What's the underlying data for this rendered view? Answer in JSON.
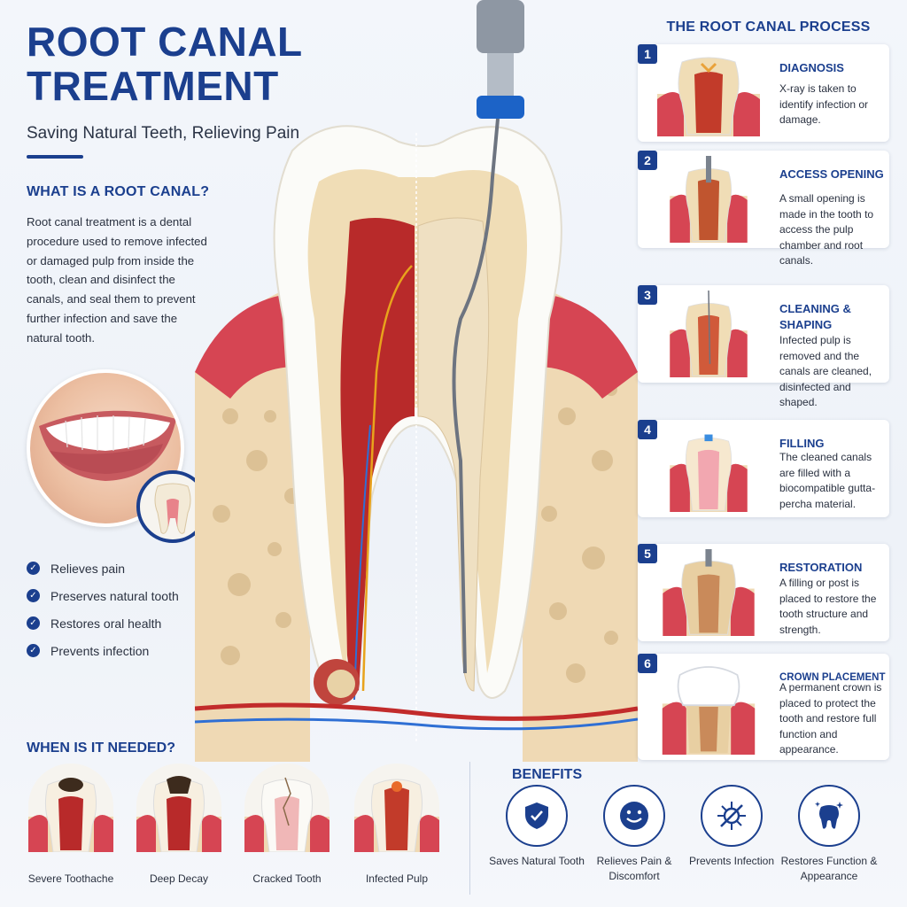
{
  "header": {
    "title": "ROOT CANAL TREATMENT",
    "subtitle": "Saving Natural Teeth, Relieving Pain"
  },
  "what": {
    "heading": "WHAT IS A ROOT CANAL?",
    "body": "Root canal treatment is a dental procedure used to remove infected or damaged pulp from inside the tooth, clean and disinfect the canals, and seal them to prevent further infection and save the natural tooth."
  },
  "checklist": [
    {
      "label": "Relieves pain",
      "icon": "check-icon"
    },
    {
      "label": "Preserves natural tooth",
      "icon": "check-icon"
    },
    {
      "label": "Restores oral health",
      "icon": "check-icon"
    },
    {
      "label": "Prevents infection",
      "icon": "check-icon"
    }
  ],
  "process": {
    "heading": "THE ROOT CANAL PROCESS",
    "steps": [
      {
        "num": "1",
        "title": "DIAGNOSIS",
        "desc": "X-ray is taken to identify infection or damage."
      },
      {
        "num": "2",
        "title": "ACCESS OPENING",
        "desc": "A small opening is made in the tooth to access the pulp chamber and root canals."
      },
      {
        "num": "3",
        "title": "CLEANING & SHAPING",
        "desc": "Infected pulp is removed and the canals are cleaned, disinfected and shaped."
      },
      {
        "num": "4",
        "title": "FILLING",
        "desc": "The cleaned canals are filled with a biocompatible gutta-percha material."
      },
      {
        "num": "5",
        "title": "RESTORATION",
        "desc": "A filling or post is placed to restore the tooth structure and strength."
      },
      {
        "num": "6",
        "title": "CROWN PLACEMENT",
        "desc": "A permanent crown is placed to protect the tooth and restore full function and appearance."
      }
    ]
  },
  "when": {
    "heading": "WHEN IS IT NEEDED?",
    "items": [
      {
        "label": "Severe Toothache"
      },
      {
        "label": "Deep Decay"
      },
      {
        "label": "Cracked Tooth"
      },
      {
        "label": "Infected Pulp"
      }
    ]
  },
  "benefits": {
    "heading": "BENEFITS",
    "items": [
      {
        "label": "Saves Natural Tooth",
        "icon": "shield-check-icon"
      },
      {
        "label": "Relieves Pain & Discomfort",
        "icon": "smiley-icon"
      },
      {
        "label": "Prevents Infection",
        "icon": "germ-icon"
      },
      {
        "label": "Restores Function & Appearance",
        "icon": "tooth-sparkle-icon"
      }
    ]
  },
  "colors": {
    "brand_blue": "#1b3f8e",
    "gum_red": "#d64553",
    "pulp_red": "#b82a2a",
    "bone": "#efd9b4",
    "enamel": "#fbfbf8"
  }
}
